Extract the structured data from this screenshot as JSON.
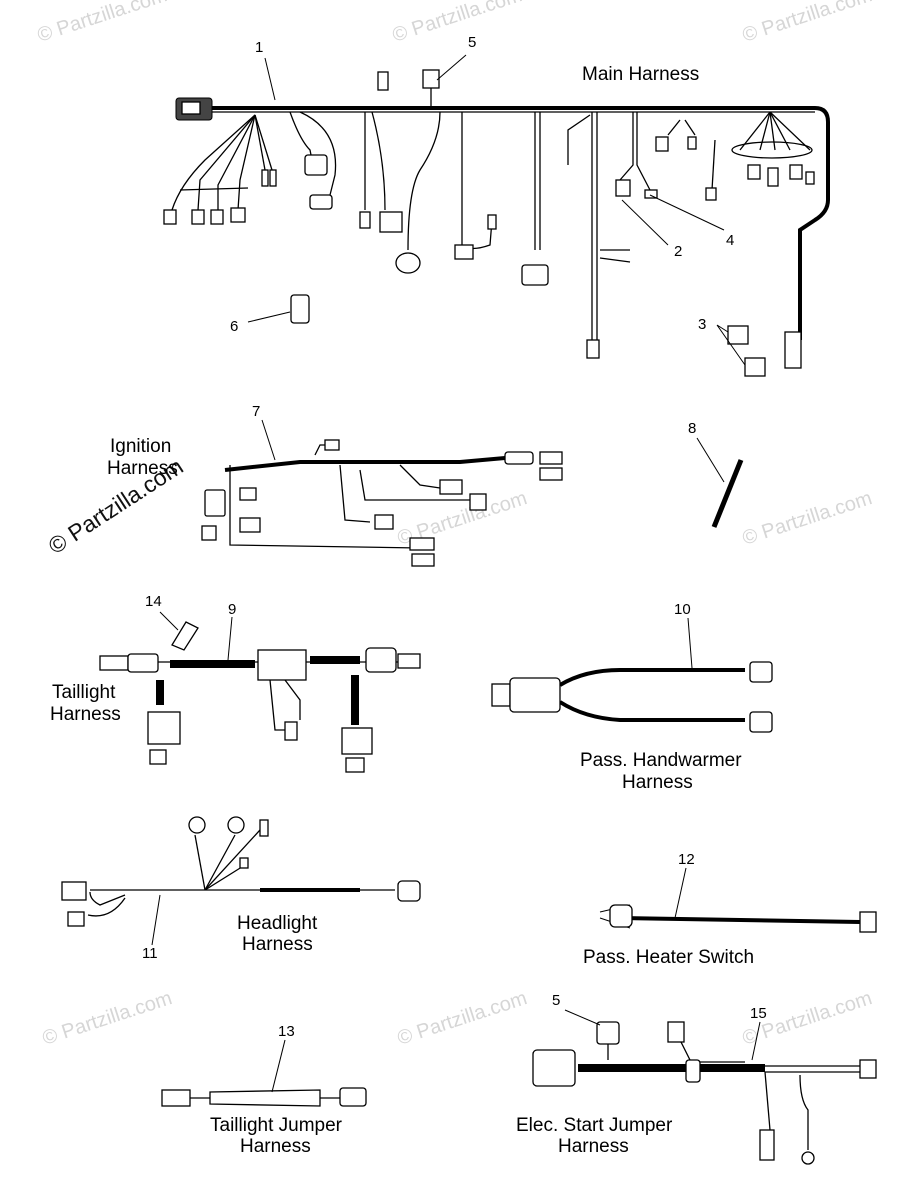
{
  "watermark": {
    "brand": "© Partzilla.com",
    "diagonal": "© Partzilla.com"
  },
  "harnesses": {
    "main": "Main Harness",
    "ignition_line1": "Ignition",
    "ignition_line2": "Harness",
    "taillight_line1": "Taillight",
    "taillight_line2": "Harness",
    "handwarmer_line1": "Pass. Handwarmer",
    "handwarmer_line2": "Harness",
    "headlight_line1": "Headlight",
    "headlight_line2": "Harness",
    "heater_switch": "Pass. Heater Switch",
    "taillight_jumper_line1": "Taillight Jumper",
    "taillight_jumper_line2": "Harness",
    "elec_start_line1": "Elec. Start Jumper",
    "elec_start_line2": "Harness"
  },
  "callouts": {
    "c1": "1",
    "c2": "2",
    "c3": "3",
    "c4": "4",
    "c5": "5",
    "c6": "6",
    "c7": "7",
    "c8": "8",
    "c9": "9",
    "c10": "10",
    "c11": "11",
    "c12": "12",
    "c13": "13",
    "c14": "14",
    "c15": "15",
    "c5b": "5"
  }
}
